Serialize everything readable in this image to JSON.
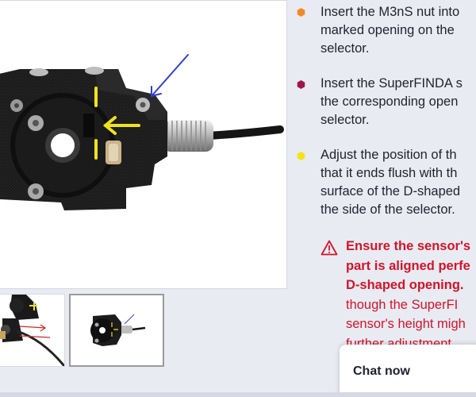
{
  "steps": [
    {
      "bullet_color": "#f08a24",
      "bullet_shape": "hexagon-orange",
      "lines": [
        "Insert the M3nS nut into",
        "marked opening on the",
        "selector."
      ]
    },
    {
      "bullet_color": "#a0154e",
      "bullet_shape": "hexagon-crimson",
      "lines": [
        "Insert the SuperFINDA s",
        "the corresponding open",
        "selector."
      ]
    },
    {
      "bullet_color": "#f5e21a",
      "bullet_shape": "hexagon-yellow",
      "lines": [
        "Adjust the position of th",
        "that it ends flush with th",
        "surface of the D-shaped",
        "the side of the selector."
      ]
    }
  ],
  "warning": {
    "icon": "warning-triangle-icon",
    "color": "#d4142a",
    "strong_lines": [
      "Ensure the sensor's",
      "part is aligned perfe",
      "D-shaped opening."
    ],
    "normal_lines": [
      "though the SuperFI",
      "sensor's height migh",
      "further adjustment"
    ]
  },
  "gallery": {
    "main_image": "superfinda-sensor-assembly-photo",
    "thumbnails": [
      "superfinda-cable-routing-thumbnail",
      "superfinda-sensor-assembly-thumbnail"
    ],
    "selected_index": 1
  },
  "chat": {
    "label": "Chat now"
  },
  "colors": {
    "background": "#e9ebf2",
    "text": "#1f2230",
    "warning": "#d4142a",
    "annotation_yellow": "#f2e11c",
    "annotation_blue": "#2f3fd6"
  }
}
